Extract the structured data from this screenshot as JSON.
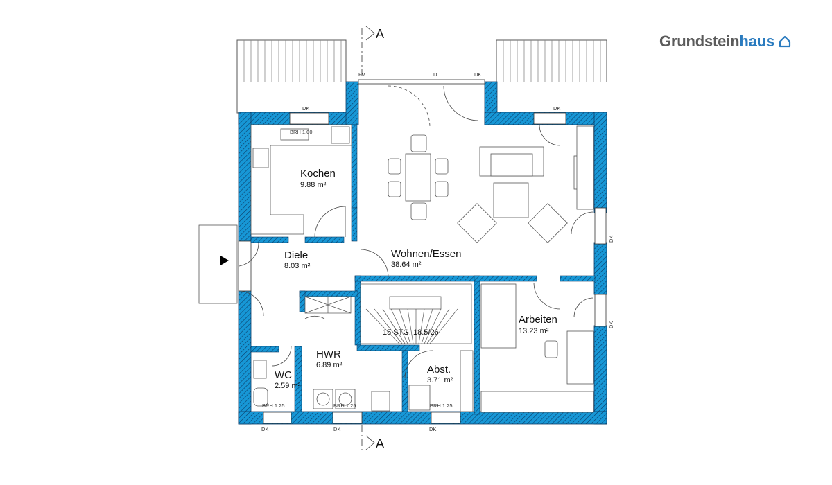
{
  "brand": {
    "name_a": "Grundstein",
    "name_b": "haus",
    "logo_icon": "house-outline-icon",
    "color_a": "#5b5b5b",
    "color_b": "#2a7bbf"
  },
  "colors": {
    "wall": "#1797d6",
    "hatch": "#0b3c66",
    "line": "#333333"
  },
  "section_marks": {
    "top": "A",
    "bottom": "A"
  },
  "rooms": [
    {
      "key": "kochen",
      "name": "Kochen",
      "area": "9.88 m²"
    },
    {
      "key": "diele",
      "name": "Diele",
      "area": "8.03 m²"
    },
    {
      "key": "wohnen",
      "name": "Wohnen/Essen",
      "area": "38.64 m²"
    },
    {
      "key": "arbeiten",
      "name": "Arbeiten",
      "area": "13.23 m²"
    },
    {
      "key": "hwr",
      "name": "HWR",
      "area": "6.89 m²"
    },
    {
      "key": "wc",
      "name": "WC",
      "area": "2.59 m²"
    },
    {
      "key": "abst",
      "name": "Abst.",
      "area": "3.71 m²"
    }
  ],
  "stairs": {
    "label": "15 STG. 18.5/26"
  },
  "window_labels": {
    "fv": "FV",
    "d": "D",
    "dk": "DK",
    "brh_kitchen": "BRH 1.00",
    "brh": "BRH 1.25"
  },
  "entrance": {
    "icon": "entrance-arrow-icon"
  }
}
